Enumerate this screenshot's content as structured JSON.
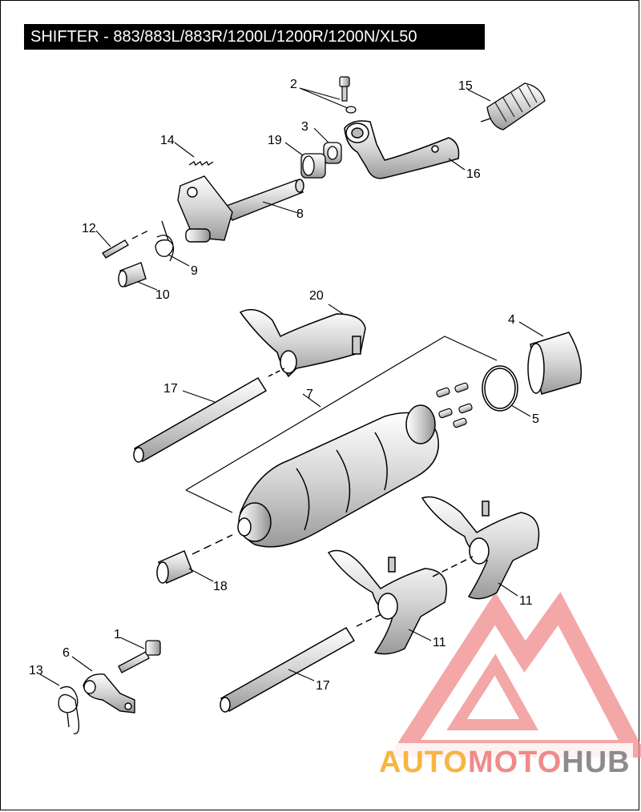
{
  "title": "SHIFTER - 883/883L/883R/1200L/1200R/1200N/XL50",
  "callouts": [
    "1",
    "2",
    "3",
    "4",
    "5",
    "6",
    "7",
    "8",
    "9",
    "10",
    "11",
    "11",
    "12",
    "13",
    "14",
    "15",
    "16",
    "17",
    "17",
    "18",
    "19",
    "20"
  ],
  "watermark": {
    "part1": "AUTO",
    "part2": "MOTO",
    "part3": "HUB",
    "color_orange": "#f5b642",
    "color_pink": "#f08a8a",
    "color_gray": "#8c8c8c",
    "logo_color": "#f08a8a"
  }
}
